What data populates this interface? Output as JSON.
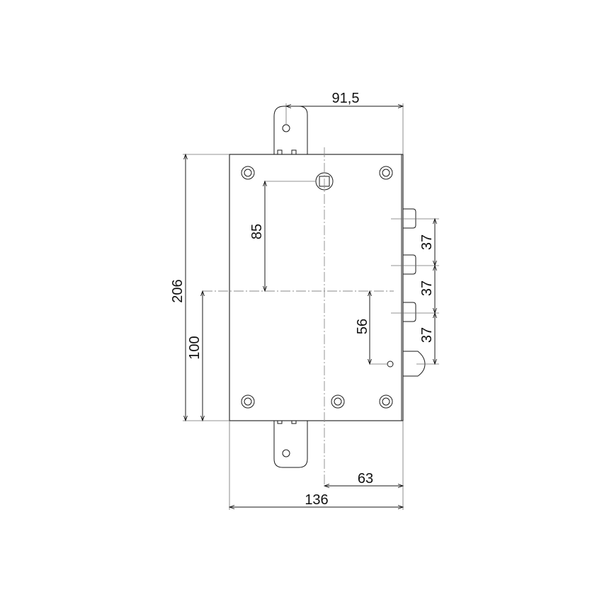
{
  "dimensions": {
    "top_width": "91,5",
    "height_total": "206",
    "height_lower": "100",
    "handle_to_top": "85",
    "key_offset": "56",
    "bolt_spacing_1": "37",
    "bolt_spacing_2": "37",
    "bolt_spacing_3": "37",
    "half_width": "63",
    "total_width": "136"
  }
}
